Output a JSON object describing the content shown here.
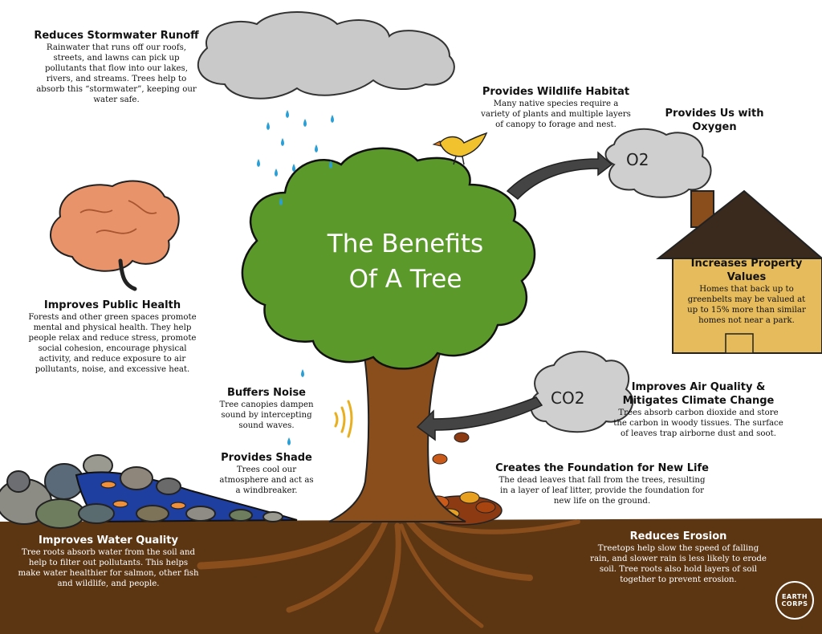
{
  "title": {
    "line1": "The Benefits",
    "line2": "Of A Tree"
  },
  "gases": {
    "o2": "O2",
    "co2": "CO2"
  },
  "logo": {
    "line1": "EARTH",
    "line2": "CORPS"
  },
  "colors": {
    "canopy": "#5b9a2a",
    "trunk": "#8a4e1c",
    "soil": "#5c3613",
    "cloud": "#c9c9c9",
    "house": "#e5bb5c",
    "roof": "#3a2a1e",
    "water": "#1f3fa0",
    "brain": "#e8936a",
    "bird": "#f2c12e",
    "raindrop": "#2a9fd6"
  },
  "benefits": {
    "stormwater": {
      "heading": "Reduces Stormwater Runoff",
      "lines": [
        "Rainwater that runs off our roofs,",
        "streets, and lawns can pick up",
        "pollutants that flow into our lakes,",
        "rivers, and streams. Trees help to",
        "absorb this “stormwater”, keeping our",
        "water safe."
      ]
    },
    "habitat": {
      "heading": "Provides Wildlife Habitat",
      "lines": [
        "Many native species require a",
        "variety of plants and multiple layers",
        "of canopy to forage and nest."
      ]
    },
    "oxygen": {
      "heading": "Provides Us with",
      "heading2": "Oxygen"
    },
    "property": {
      "heading": "Increases Property",
      "heading2": "Values",
      "lines": [
        "Homes that back up to",
        "greenbelts may be valued at",
        "up to 15% more than similar",
        "homes not near a park."
      ]
    },
    "health": {
      "heading": "Improves Public Health",
      "lines": [
        "Forests and other green spaces promote",
        "mental and physical health. They help",
        "people relax and reduce stress, promote",
        "social cohesion, encourage physical",
        "activity, and reduce exposure to air",
        "pollutants, noise, and excessive heat."
      ]
    },
    "air": {
      "heading": "Improves Air Quality &",
      "heading2": "Mitigates Climate Change",
      "lines": [
        "Trees absorb carbon dioxide and store",
        "the carbon in woody tissues. The surface",
        "of leaves trap airborne dust and soot."
      ]
    },
    "noise": {
      "heading": "Buffers Noise",
      "lines": [
        "Tree canopies dampen",
        "sound by intercepting",
        "sound waves."
      ]
    },
    "shade": {
      "heading": "Provides Shade",
      "lines": [
        "Trees cool our",
        "atmosphere and act as",
        "a windbreaker."
      ]
    },
    "foundation": {
      "heading": "Creates the Foundation for New Life",
      "lines": [
        "The dead leaves that fall from the trees, resulting",
        "in a layer of leaf litter, provide the foundation for",
        "new life on the ground."
      ]
    },
    "water": {
      "heading": "Improves Water Quality",
      "lines": [
        "Tree roots absorb water from the soil and",
        "help to filter out pollutants. This helps",
        "make water healthier for salmon, other fish",
        "and wildlife, and people."
      ]
    },
    "erosion": {
      "heading": "Reduces Erosion",
      "lines": [
        "Treetops help slow the speed of falling",
        "rain, and slower rain is less likely to erode",
        "soil. Tree roots also hold layers of soil",
        "together to prevent erosion."
      ]
    }
  }
}
